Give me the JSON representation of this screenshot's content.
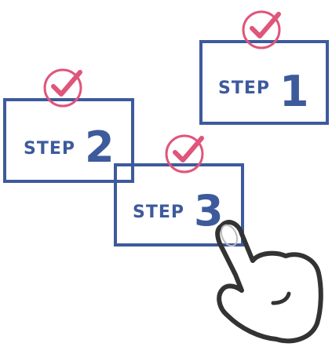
{
  "steps": [
    {
      "label": "STEP",
      "number": "1",
      "completed": true
    },
    {
      "label": "STEP",
      "number": "2",
      "completed": true
    },
    {
      "label": "STEP",
      "number": "3",
      "completed": true
    }
  ],
  "colors": {
    "box_border": "#3d5a9c",
    "text": "#3d5a9c",
    "check": "#e0557a",
    "hand_outline": "#333333"
  },
  "icons": {
    "check": "check-circle-icon",
    "pointer": "pointing-hand-icon"
  }
}
